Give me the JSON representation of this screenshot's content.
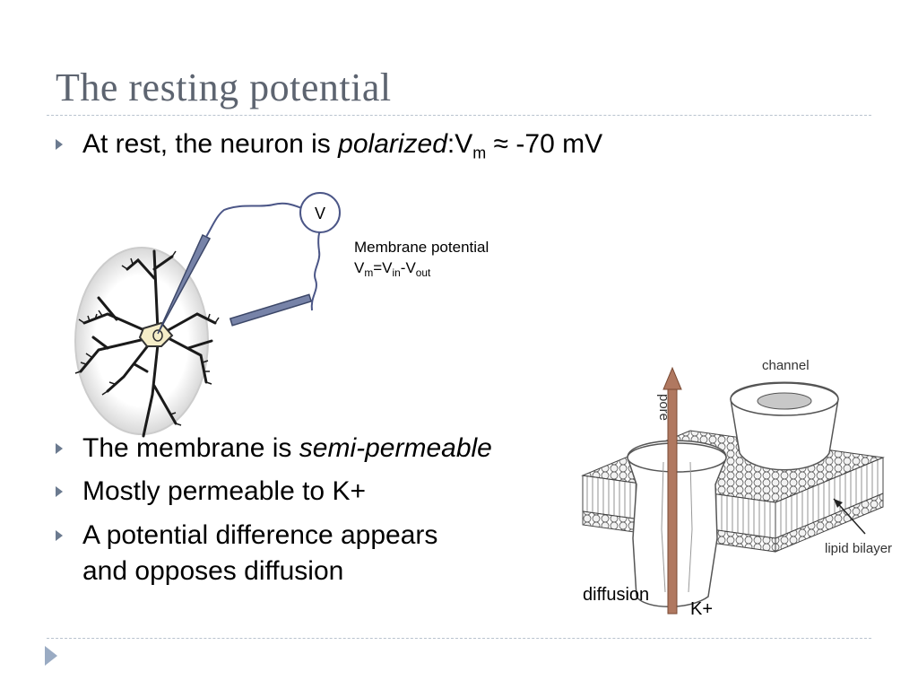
{
  "slide": {
    "title": "The resting potential",
    "bullet1": {
      "text_pre": "At rest, the neuron is ",
      "italic": "polarized",
      "text_mid": ":V",
      "sub": "m",
      "text_post": " ≈ -70 mV"
    },
    "bullet2": {
      "text_pre": "The membrane is ",
      "italic": "semi-permeable"
    },
    "bullet3": {
      "text": "Mostly permeable to K+"
    },
    "bullet4": {
      "line1": "A potential difference appears",
      "line2": "and opposes diffusion"
    }
  },
  "figure_neuron": {
    "voltmeter_label": "V",
    "caption_line1": "Membrane potential",
    "formula": {
      "v1": "V",
      "s1": "m",
      "eq": "=V",
      "s2": "in",
      "minus": "-V",
      "s3": "out"
    }
  },
  "figure_channel": {
    "channel_label": "channel",
    "pore_label": "pore",
    "lipid_label": "lipid bilayer",
    "diffusion_label": "diffusion",
    "ion_label": "K+"
  },
  "colors": {
    "title": "#5d6470",
    "bullet": "#6b7a8f",
    "rule": "#b9c3cf",
    "arrow": "#b07860",
    "electrode": "#7783a8"
  }
}
